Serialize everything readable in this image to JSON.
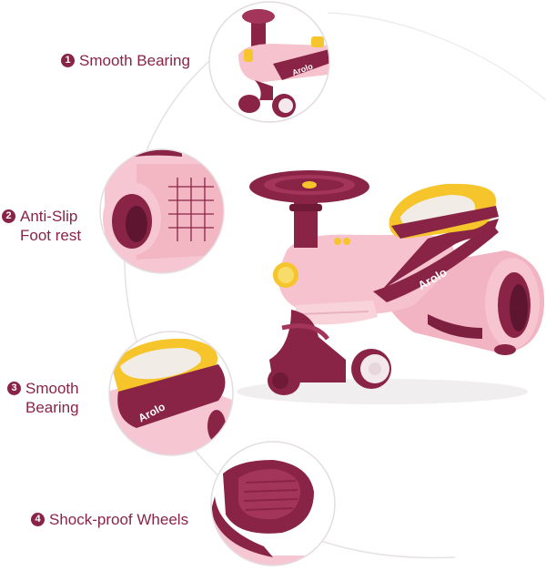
{
  "features": [
    {
      "number": "1",
      "label": "Smooth Bearing"
    },
    {
      "number": "2",
      "label_line1": "Anti-Slip",
      "label_line2": "Foot rest"
    },
    {
      "number": "3",
      "label_line1": "Smooth",
      "label_line2": "Bearing"
    },
    {
      "number": "4",
      "label": "Shock-proof Wheels"
    }
  ],
  "brand": "Arolo",
  "colors": {
    "maroon": "#8a2446",
    "pink": "#f3b7c4",
    "light_pink": "#f8d3da",
    "yellow": "#f5c52b",
    "cream": "#f1ece6"
  }
}
